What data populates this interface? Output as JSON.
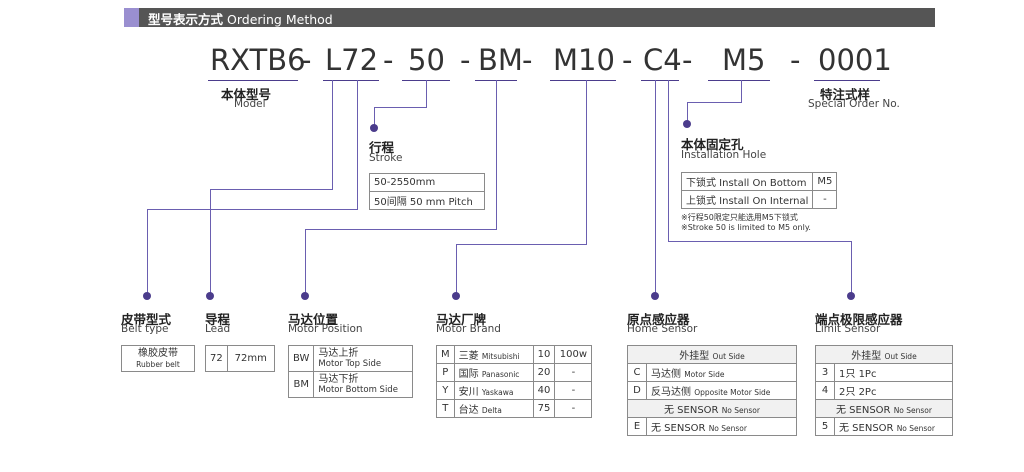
{
  "header": {
    "title_cn": "型号表示方式",
    "title_en": "Ordering Method"
  },
  "code": {
    "segments": [
      "RXTB6",
      "L72",
      "50",
      "BM",
      "M10",
      "C4",
      "M5",
      "0001"
    ],
    "separator": "-"
  },
  "model": {
    "cn": "本体型号",
    "en": "Model"
  },
  "special": {
    "cn": "特注式样",
    "en": "Special Order No."
  },
  "stroke": {
    "cn": "行程",
    "en": "Stroke",
    "rows": [
      "50-2550mm",
      "50间隔 50 mm Pitch"
    ]
  },
  "install_hole": {
    "cn": "本体固定孔",
    "en": "Installation Hole",
    "rows": [
      {
        "label": "下锁式 Install On Bottom",
        "value": "M5"
      },
      {
        "label": "上锁式 Install On Internal",
        "value": "-"
      }
    ],
    "notes": [
      "※行程50限定只能选用M5下锁式",
      "※Stroke 50 is limited to M5 only."
    ]
  },
  "belt_type": {
    "cn": "皮带型式",
    "en": "Belt type",
    "value_cn": "橡胶皮带",
    "value_en": "Rubber belt"
  },
  "lead": {
    "cn": "导程",
    "en": "Lead",
    "code": "72",
    "value": "72mm"
  },
  "motor_position": {
    "cn": "马达位置",
    "en": "Motor Position",
    "rows": [
      {
        "code": "BW",
        "cn": "马达上折",
        "en": "Motor Top Side"
      },
      {
        "code": "BM",
        "cn": "马达下折",
        "en": "Motor Bottom Side"
      }
    ]
  },
  "motor_brand": {
    "cn": "马达厂牌",
    "en": "Motor Brand",
    "rows": [
      {
        "code": "M",
        "cn": "三菱",
        "en": "Mitsubishi",
        "num": "10",
        "power": "100w"
      },
      {
        "code": "P",
        "cn": "国际",
        "en": "Panasonic",
        "num": "20",
        "power": "-"
      },
      {
        "code": "Y",
        "cn": "安川",
        "en": "Yaskawa",
        "num": "40",
        "power": "-"
      },
      {
        "code": "T",
        "cn": "台达",
        "en": "Delta",
        "num": "75",
        "power": "-"
      }
    ]
  },
  "home_sensor": {
    "cn": "原点感应器",
    "en": "Home Sensor",
    "header": {
      "cn": "外挂型",
      "en": "Out Side"
    },
    "rows": [
      {
        "code": "C",
        "cn": "马达侧",
        "en": "Motor Side"
      },
      {
        "code": "D",
        "cn": "反马达侧",
        "en": "Opposite Motor Side"
      }
    ],
    "sub_header": {
      "cn": "无 SENSOR",
      "en": "No Sensor"
    },
    "last": {
      "code": "E",
      "cn": "无 SENSOR",
      "en": "No Sensor"
    }
  },
  "limit_sensor": {
    "cn": "端点极限感应器",
    "en": "Limit Sensor",
    "header": {
      "cn": "外挂型",
      "en": "Out Side"
    },
    "rows": [
      {
        "code": "3",
        "cn": "1只",
        "en": "1Pc"
      },
      {
        "code": "4",
        "cn": "2只",
        "en": "2Pc"
      }
    ],
    "sub_header": {
      "cn": "无 SENSOR",
      "en": "No Sensor"
    },
    "last": {
      "code": "5",
      "cn": "无 SENSOR",
      "en": "No Sensor"
    }
  }
}
